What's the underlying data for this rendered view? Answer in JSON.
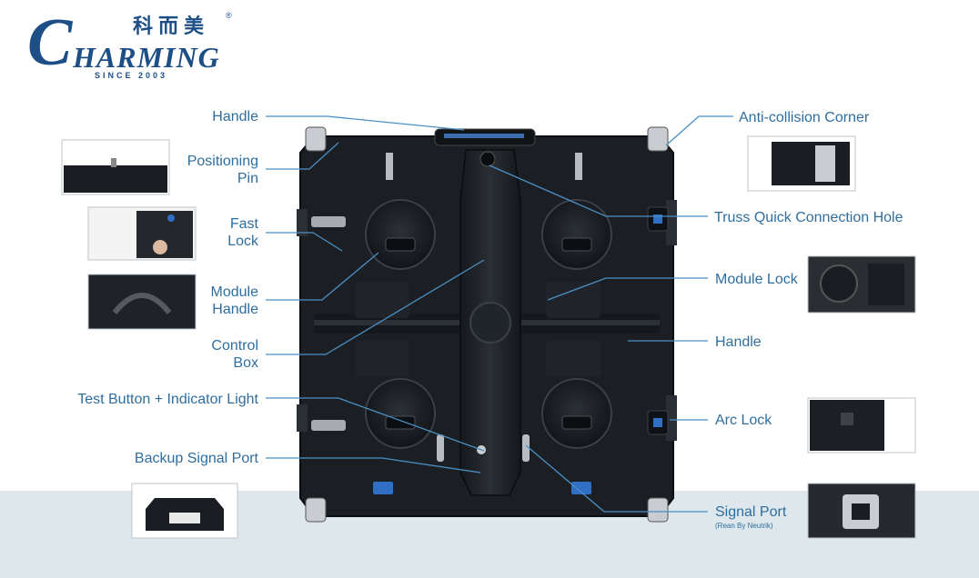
{
  "brand": {
    "initial": "C",
    "chinese": "科而美",
    "registered": "®",
    "word": "HARMING",
    "since": "SINCE 2003"
  },
  "labels": {
    "handle_top": "Handle",
    "positioning_pin_1": "Positioning",
    "positioning_pin_2": "Pin",
    "fast_lock_1": "Fast",
    "fast_lock_2": "Lock",
    "module_handle_1": "Module",
    "module_handle_2": "Handle",
    "control_box_1": "Control",
    "control_box_2": "Box",
    "test_button": "Test Button + Indicator Light",
    "backup_signal_port": "Backup Signal Port",
    "anti_collision": "Anti-collision Corner",
    "truss_hole": "Truss Quick Connection Hole",
    "module_lock": "Module Lock",
    "handle_right": "Handle",
    "arc_lock": "Arc Lock",
    "signal_port": "Signal Port",
    "signal_port_sub": "(Rean By Neutrik)"
  },
  "colors": {
    "accent": "#2f6e9e",
    "leader": "#4a8fc4",
    "band": "#dde7ec",
    "panel": "#1b1f24",
    "logo": "#1d4f86"
  },
  "icons": [
    "cabinet-panel-photo",
    "detail-thumbnail"
  ]
}
